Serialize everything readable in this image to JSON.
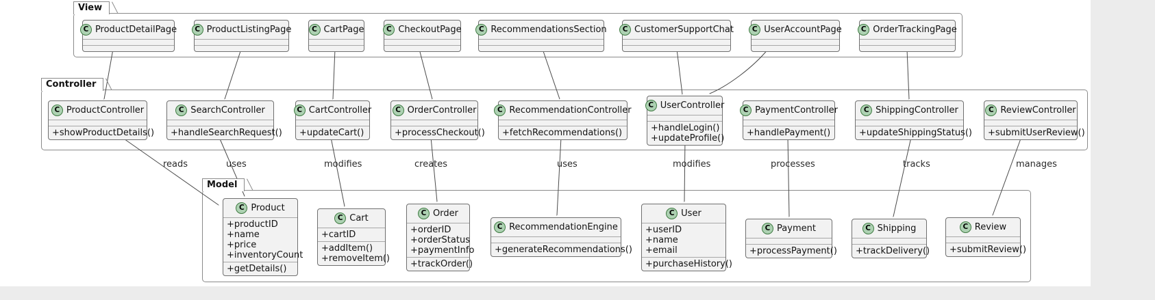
{
  "diagram": {
    "class_icon_letter": "C",
    "colors": {
      "class_fill": "#f2f2f2",
      "class_border": "#6f6f6f",
      "package_border": "#8a8a8a",
      "icon_fill": "#ADD1B2",
      "icon_border": "#3E7A41",
      "arrow": "#4a4a4a",
      "canvas": "#ffffff",
      "page_background": "#ececec"
    },
    "packages": [
      {
        "name": "View",
        "classes": [
          {
            "name": "ProductDetailPage",
            "attrs": [],
            "methods": []
          },
          {
            "name": "ProductListingPage",
            "attrs": [],
            "methods": []
          },
          {
            "name": "CartPage",
            "attrs": [],
            "methods": []
          },
          {
            "name": "CheckoutPage",
            "attrs": [],
            "methods": []
          },
          {
            "name": "RecommendationsSection",
            "attrs": [],
            "methods": []
          },
          {
            "name": "CustomerSupportChat",
            "attrs": [],
            "methods": []
          },
          {
            "name": "UserAccountPage",
            "attrs": [],
            "methods": []
          },
          {
            "name": "OrderTrackingPage",
            "attrs": [],
            "methods": []
          }
        ]
      },
      {
        "name": "Controller",
        "classes": [
          {
            "name": "ProductController",
            "attrs": [],
            "methods": [
              "+showProductDetails()"
            ]
          },
          {
            "name": "SearchController",
            "attrs": [],
            "methods": [
              "+handleSearchRequest()"
            ]
          },
          {
            "name": "CartController",
            "attrs": [],
            "methods": [
              "+updateCart()"
            ]
          },
          {
            "name": "OrderController",
            "attrs": [],
            "methods": [
              "+processCheckout()"
            ]
          },
          {
            "name": "RecommendationController",
            "attrs": [],
            "methods": [
              "+fetchRecommendations()"
            ]
          },
          {
            "name": "UserController",
            "attrs": [],
            "methods": [
              "+handleLogin()",
              "+updateProfile()"
            ]
          },
          {
            "name": "PaymentController",
            "attrs": [],
            "methods": [
              "+handlePayment()"
            ]
          },
          {
            "name": "ShippingController",
            "attrs": [],
            "methods": [
              "+updateShippingStatus()"
            ]
          },
          {
            "name": "ReviewController",
            "attrs": [],
            "methods": [
              "+submitUserReview()"
            ]
          }
        ]
      },
      {
        "name": "Model",
        "classes": [
          {
            "name": "Product",
            "attrs": [
              "+productID",
              "+name",
              "+price",
              "+inventoryCount"
            ],
            "methods": [
              "+getDetails()"
            ]
          },
          {
            "name": "Cart",
            "attrs": [
              "+cartID"
            ],
            "methods": [
              "+addItem()",
              "+removeItem()"
            ]
          },
          {
            "name": "Order",
            "attrs": [
              "+orderID",
              "+orderStatus",
              "+paymentInfo"
            ],
            "methods": [
              "+trackOrder()"
            ]
          },
          {
            "name": "RecommendationEngine",
            "attrs": [],
            "methods": [
              "+generateRecommendations()"
            ]
          },
          {
            "name": "User",
            "attrs": [
              "+userID",
              "+name",
              "+email"
            ],
            "methods": [
              "+purchaseHistory()"
            ]
          },
          {
            "name": "Payment",
            "attrs": [],
            "methods": [
              "+processPayment()"
            ]
          },
          {
            "name": "Shipping",
            "attrs": [],
            "methods": [
              "+trackDelivery()"
            ]
          },
          {
            "name": "Review",
            "attrs": [],
            "methods": [
              "+submitReview()"
            ]
          }
        ]
      }
    ],
    "edge_labels": [
      "reads",
      "uses",
      "modifies",
      "creates",
      "uses",
      "modifies",
      "processes",
      "tracks",
      "manages"
    ]
  }
}
